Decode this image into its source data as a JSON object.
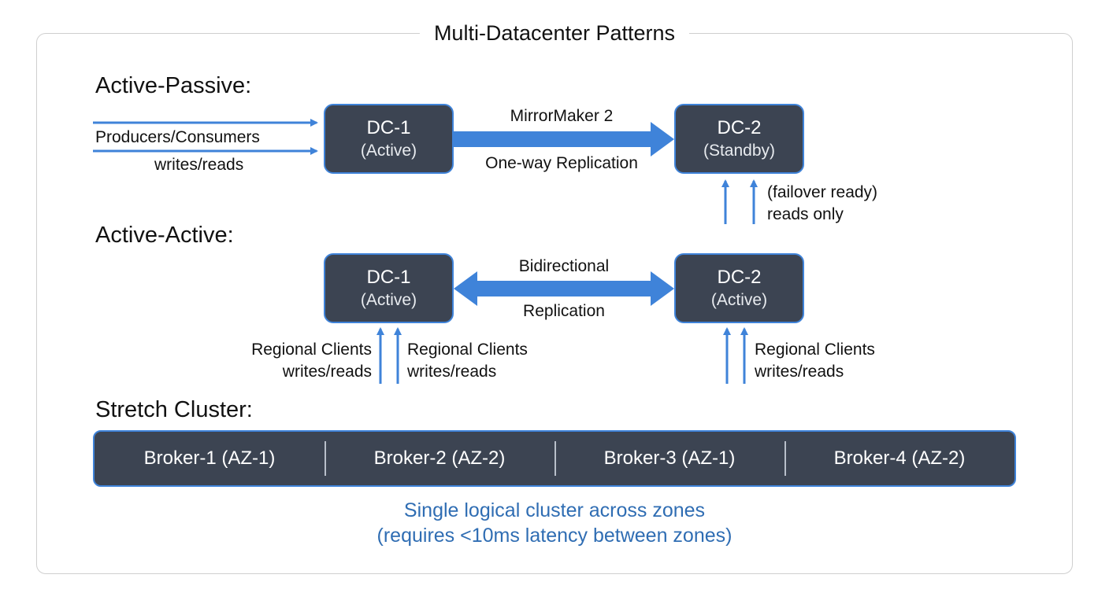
{
  "title": "Multi-Datacenter Patterns",
  "colors": {
    "node_fill": "#3c4452",
    "accent": "#3f83d9",
    "note_text": "#2f6db3"
  },
  "active_passive": {
    "heading": "Active-Passive:",
    "dc1": {
      "name": "DC-1",
      "role": "(Active)"
    },
    "dc2": {
      "name": "DC-2",
      "role": "(Standby)"
    },
    "clients_label": "Producers/Consumers",
    "clients_sub": "writes/reads",
    "replication_top": "MirrorMaker 2",
    "replication_bottom": "One-way Replication",
    "standby_note_1": "(failover ready)",
    "standby_note_2": "reads only"
  },
  "active_active": {
    "heading": "Active-Active:",
    "dc1": {
      "name": "DC-1",
      "role": "(Active)"
    },
    "dc2": {
      "name": "DC-2",
      "role": "(Active)"
    },
    "replication_top": "Bidirectional",
    "replication_bottom": "Replication",
    "clients": [
      {
        "label": "Regional Clients",
        "sub": "writes/reads"
      },
      {
        "label": "Regional Clients",
        "sub": "writes/reads"
      },
      {
        "label": "Regional Clients",
        "sub": "writes/reads"
      }
    ]
  },
  "stretch_cluster": {
    "heading": "Stretch Cluster:",
    "brokers": [
      "Broker-1 (AZ-1)",
      "Broker-2 (AZ-2)",
      "Broker-3 (AZ-1)",
      "Broker-4 (AZ-2)"
    ],
    "note_1": "Single logical cluster across zones",
    "note_2": "(requires <10ms latency between zones)"
  }
}
